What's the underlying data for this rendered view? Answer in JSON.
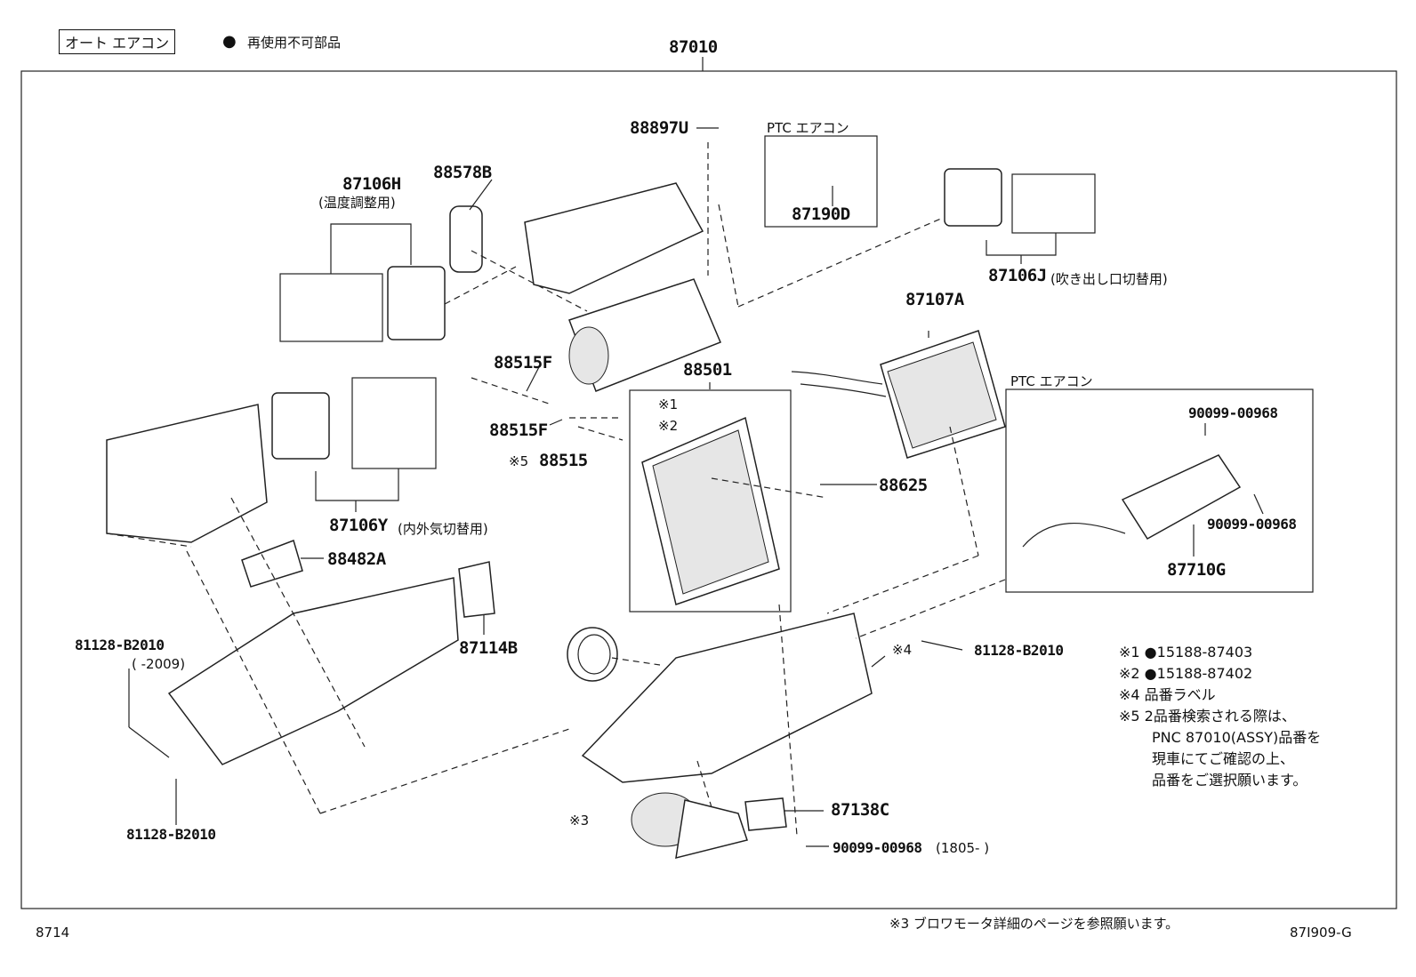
{
  "header": {
    "variant_tag": "オート エアコン",
    "legend_symbol": "●",
    "legend_text": "再使用不可部品",
    "assembly_number": "87010"
  },
  "parts": {
    "p88897U": "88897U",
    "ptc_label_top": "PTC エアコン",
    "p87190D": "87190D",
    "p87106H": "87106H",
    "p87106H_note": "(温度調整用)",
    "p88578B": "88578B",
    "p87106J": "87106J",
    "p87106J_note": "(吹き出し口切替用)",
    "p87107A": "87107A",
    "p88515F_a": "88515F",
    "p88515F_b": "88515F",
    "p88515_mark": "※5",
    "p88515": "88515",
    "p88501": "88501",
    "p88501_m1": "※1",
    "p88501_m2": "※2",
    "ptc_label_right": "PTC エアコン",
    "p90099_a": "90099-00968",
    "p90099_b": "90099-00968",
    "p87710G": "87710G",
    "p88625": "88625",
    "p87106Y": "87106Y",
    "p87106Y_note": "(内外気切替用)",
    "p88482A": "88482A",
    "p81128_a": "81128-B2010",
    "p81128_a_range": "(      -2009)",
    "p87114B": "87114B",
    "p81128_b": "81128-B2010",
    "p81128_c": "81128-B2010",
    "mark4": "※4",
    "mark3": "※3",
    "p87138C": "87138C",
    "p90099_c": "90099-00968",
    "p90099_c_range": "(1805-      )"
  },
  "notes": [
    "※1 ●15188-87403",
    "※2 ●15188-87402",
    "※4 品番ラベル",
    "※5 2品番検索される際は、",
    "PNC 87010(ASSY)品番を",
    "現車にてご確認の上、",
    "品番をご選択願います。"
  ],
  "footer": {
    "left_code": "8714",
    "note3": "※3 ブロワモータ詳細のページを参照願います。",
    "right_code": "87I909-G"
  }
}
